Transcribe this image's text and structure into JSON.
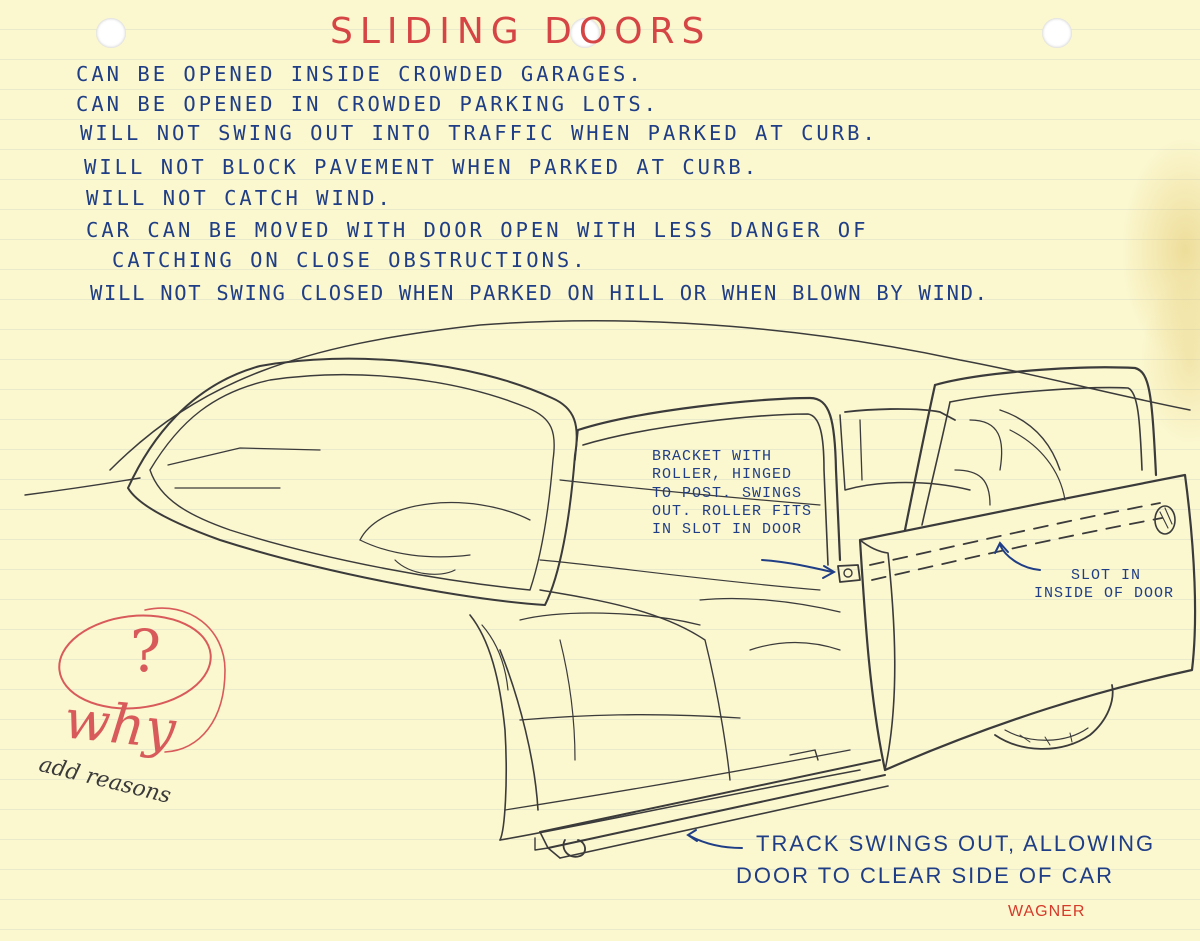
{
  "title": "SLIDING DOORS",
  "advantages": [
    "CAN BE OPENED INSIDE CROWDED GARAGES.",
    "CAN BE OPENED IN CROWDED PARKING LOTS.",
    "WILL NOT SWING OUT INTO TRAFFIC WHEN PARKED AT CURB.",
    "WILL NOT BLOCK PAVEMENT WHEN PARKED AT CURB.",
    "WILL NOT CATCH WIND.",
    "CAR CAN BE MOVED WITH DOOR OPEN WITH LESS DANGER OF",
    "CATCHING ON CLOSE OBSTRUCTIONS.",
    "WILL NOT SWING CLOSED WHEN PARKED ON HILL OR WHEN BLOWN BY WIND."
  ],
  "annotations": {
    "bracket": [
      "BRACKET WITH",
      "ROLLER, HINGED",
      "TO POST. SWINGS",
      "OUT. ROLLER FITS",
      "IN SLOT IN DOOR"
    ],
    "slot": [
      "SLOT IN",
      "INSIDE OF DOOR"
    ],
    "track": [
      "TRACK SWINGS OUT, ALLOWING",
      "DOOR TO CLEAR SIDE OF CAR"
    ]
  },
  "margin_notes": {
    "question_mark": "?",
    "why": "why",
    "add_reasons": "add reasons"
  },
  "signature": "WAGNER",
  "colors": {
    "paper": "#fbf7cf",
    "title_red": "#d64545",
    "pencil_blue": "#1f3e86",
    "graphite": "#3a3a3a",
    "red_pencil": "#d85a5a"
  }
}
